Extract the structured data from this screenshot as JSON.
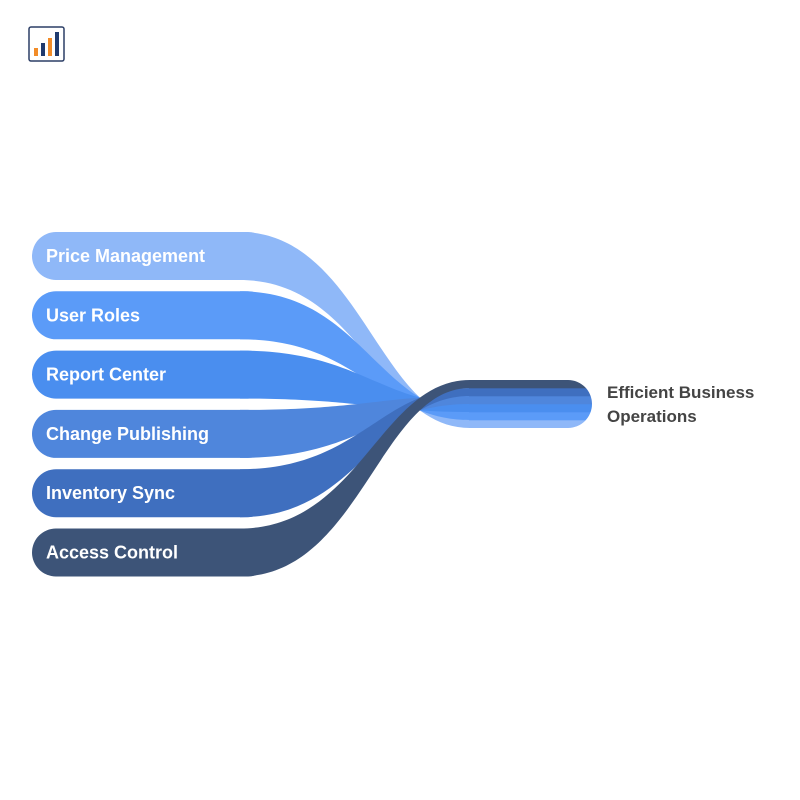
{
  "logo_icon": "bar-chart-icon",
  "sources": [
    {
      "label": "Price Management",
      "color": "#8fb8f8"
    },
    {
      "label": "User Roles",
      "color": "#5b9bf8"
    },
    {
      "label": "Report Center",
      "color": "#4a8eef"
    },
    {
      "label": "Change Publishing",
      "color": "#4f86dc"
    },
    {
      "label": "Inventory Sync",
      "color": "#3f6fbf"
    },
    {
      "label": "Access Control",
      "color": "#3d5478"
    }
  ],
  "target": {
    "line1": "Efficient Business",
    "line2": "Operations"
  }
}
